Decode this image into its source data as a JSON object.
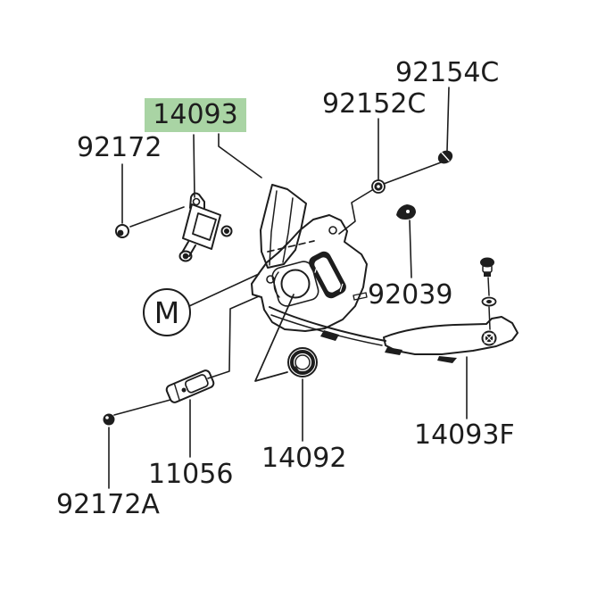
{
  "colors": {
    "highlight": "#a9d4a4",
    "line": "#1d1d1d",
    "background": "#ffffff"
  },
  "diagram": {
    "type": "exploded-parts-diagram",
    "marker": {
      "label": "M"
    },
    "parts": [
      {
        "number": "14093",
        "highlighted": true
      },
      {
        "number": "92154C",
        "highlighted": false
      },
      {
        "number": "92152C",
        "highlighted": false
      },
      {
        "number": "92172",
        "highlighted": false
      },
      {
        "number": "92039",
        "highlighted": false
      },
      {
        "number": "14093F",
        "highlighted": false
      },
      {
        "number": "14092",
        "highlighted": false
      },
      {
        "number": "11056",
        "highlighted": false
      },
      {
        "number": "92172A",
        "highlighted": false
      }
    ]
  }
}
